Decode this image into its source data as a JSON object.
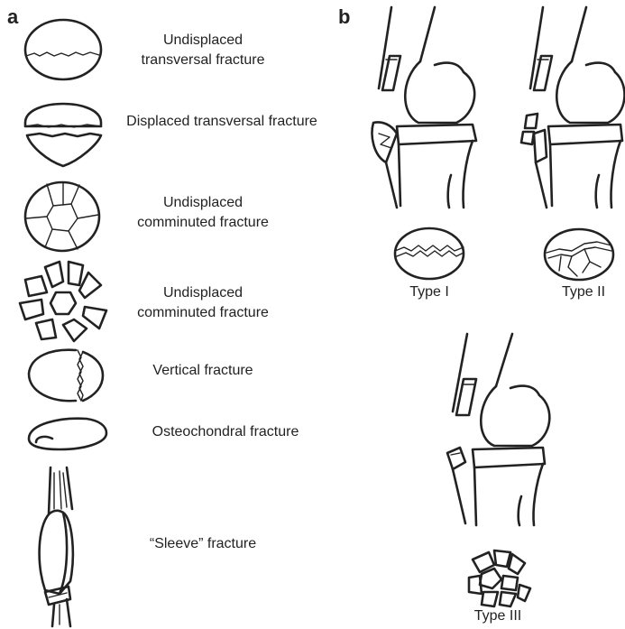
{
  "panel_a": {
    "letter": "a",
    "items": [
      {
        "label": "Undisplaced transversal fracture"
      },
      {
        "label": "Displaced transversal fracture"
      },
      {
        "label": "Undisplaced comminuted fracture"
      },
      {
        "label": "Undisplaced comminuted fracture"
      },
      {
        "label": "Vertical fracture"
      },
      {
        "label": "Osteochondral fracture"
      },
      {
        "label": "“Sleeve” fracture"
      }
    ]
  },
  "panel_b": {
    "letter": "b",
    "types": [
      {
        "label": "Type I"
      },
      {
        "label": "Type II"
      },
      {
        "label": "Type III"
      }
    ]
  }
}
